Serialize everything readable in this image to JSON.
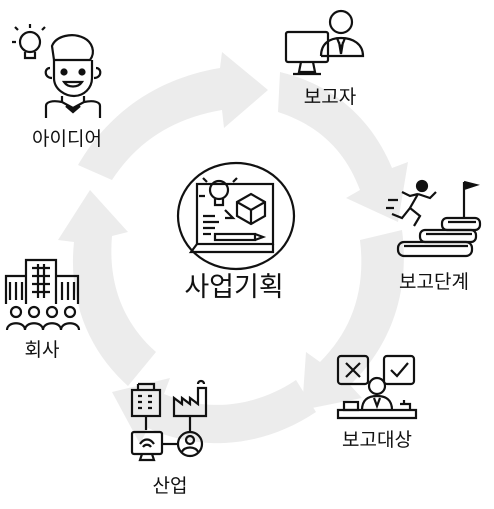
{
  "center": {
    "label": "사업기획",
    "icon": "business-plan-icon"
  },
  "nodes": [
    {
      "label": "아이디어",
      "icon": "idea-person-icon"
    },
    {
      "label": "보고자",
      "icon": "reporter-computer-icon"
    },
    {
      "label": "보고단계",
      "icon": "steps-runner-icon"
    },
    {
      "label": "보고대상",
      "icon": "report-target-icon"
    },
    {
      "label": "산업",
      "icon": "industry-network-icon"
    },
    {
      "label": "회사",
      "icon": "company-building-icon"
    }
  ],
  "colors": {
    "cycle_arrows": "#ececec",
    "stroke": "#111111",
    "text": "#111111"
  }
}
